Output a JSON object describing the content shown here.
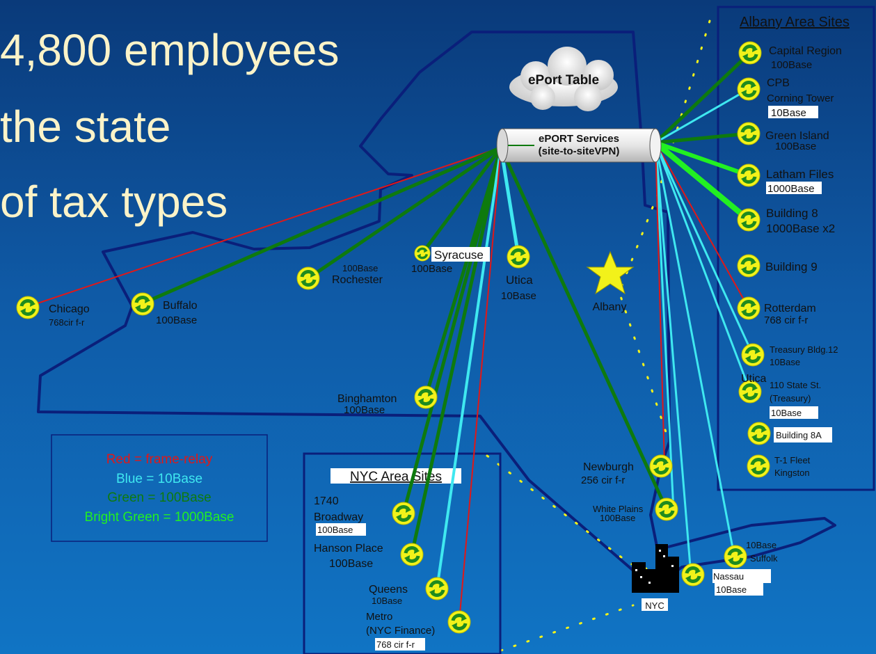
{
  "title_lines": [
    "4,800 employees",
    "the state",
    "of tax types"
  ],
  "colors": {
    "red": "#e01818",
    "blue": "#3fe8f0",
    "green": "#0e7a0e",
    "bright_green": "#22f022",
    "map_outline": "#0a1f7a",
    "node": "#f2f21a"
  },
  "cloud": {
    "label": "ePort Table"
  },
  "hub": {
    "line1": "ePORT Services",
    "line2": "(site-to-siteVPN)"
  },
  "albany_star": {
    "label": "Albany"
  },
  "albany_panel": {
    "title": "Albany Area Sites"
  },
  "nyc_panel": {
    "title": "NYC Area Sites"
  },
  "nyc_icon": {
    "label": "NYC"
  },
  "legend": [
    {
      "text": "Red = frame-relay",
      "color": "#e01818"
    },
    {
      "text": "Blue = 10Base",
      "color": "#3fe8f0"
    },
    {
      "text": "Green = 100Base",
      "color": "#0e7a0e"
    },
    {
      "text": "Bright Green = 1000Base",
      "color": "#22f022"
    }
  ],
  "sites": {
    "chicago": {
      "name": "Chicago",
      "detail": "768cir f-r"
    },
    "buffalo": {
      "name": "Buffalo",
      "detail": "100Base"
    },
    "rochester": {
      "name": "Rochester",
      "detail": "100Base"
    },
    "syracuse": {
      "name": "Syracuse",
      "detail": "100Base"
    },
    "utica": {
      "name": "Utica",
      "detail": "10Base"
    },
    "binghamton": {
      "name": "Binghamton",
      "detail": "100Base"
    },
    "capital_region": {
      "name": "Capital Region",
      "detail": "100Base"
    },
    "cpb": {
      "name": "CPB",
      "name2": "Corning Tower",
      "detail": "10Base"
    },
    "green_island": {
      "name": "Green Island",
      "detail": "100Base"
    },
    "latham": {
      "name": "Latham Files",
      "detail": "1000Base"
    },
    "building8": {
      "name": "Building 8",
      "detail": "1000Base x2"
    },
    "building9": {
      "name": "Building 9"
    },
    "rotterdam": {
      "name": "Rotterdam",
      "detail": "768 cir f-r"
    },
    "treasury12": {
      "name": "Treasury Bldg.12",
      "detail": "10Base"
    },
    "state110": {
      "prefix": "Utica",
      "name": "110 State St.",
      "name2": "(Treasury)",
      "detail": "10Base"
    },
    "building8a": {
      "name": "Building 8A"
    },
    "t1": {
      "name": "T-1 Fleet",
      "name2": "Kingston"
    },
    "newburgh": {
      "name": "Newburgh",
      "detail": "256 cir f-r"
    },
    "white_plains": {
      "name": "White Plains",
      "detail": "100Base"
    },
    "suffolk": {
      "name": "Suffolk",
      "detail": "10Base"
    },
    "nassau": {
      "name": "Nassau",
      "detail": "10Base"
    },
    "broadway": {
      "name": "1740",
      "name2": "Broadway",
      "detail": "100Base"
    },
    "hanson": {
      "name": "Hanson Place",
      "detail": "100Base"
    },
    "queens": {
      "name": "Queens",
      "detail": "10Base"
    },
    "metro": {
      "name": "Metro",
      "name2": "(NYC Finance)",
      "detail": "768 cir f-r"
    }
  }
}
